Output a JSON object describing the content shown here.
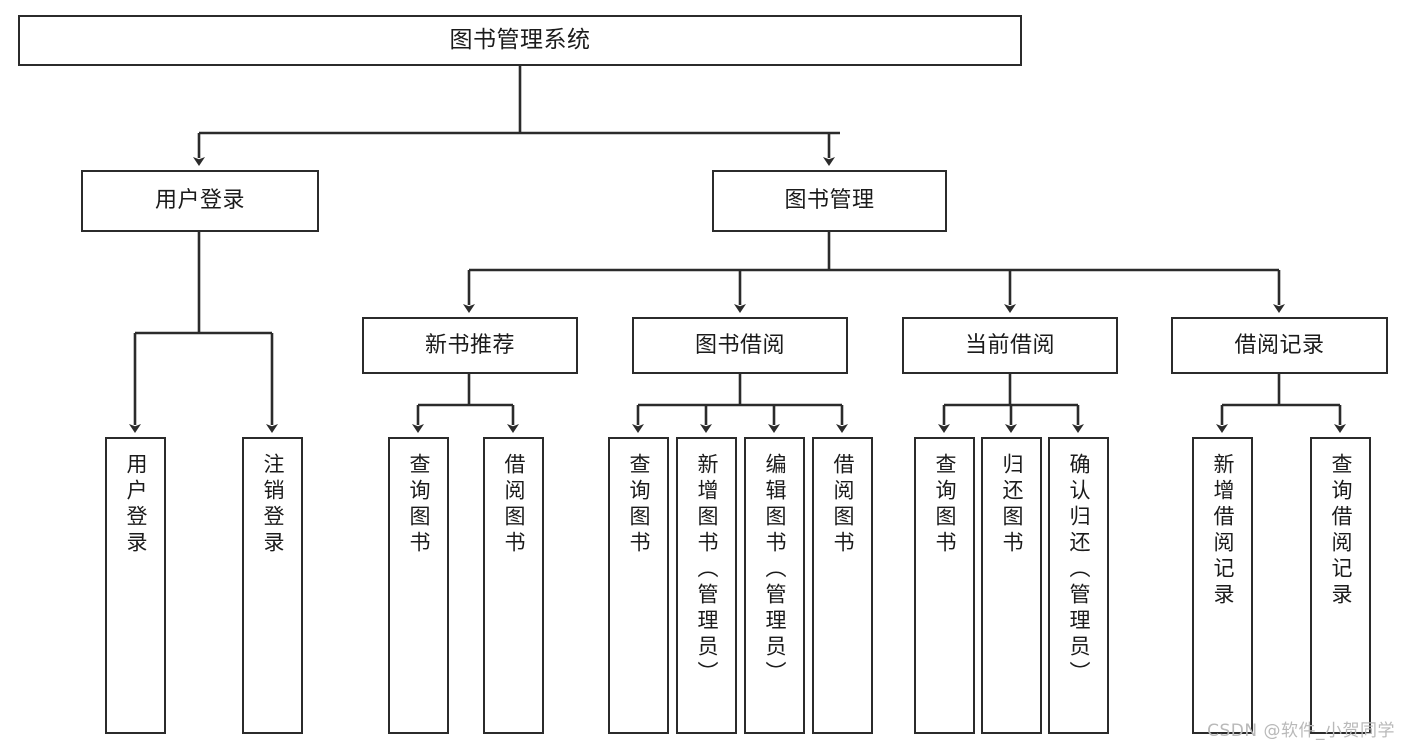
{
  "diagram": {
    "title": "图书管理系统",
    "type": "tree-hierarchy-chart",
    "watermark": "CSDN @软件_小贺同学",
    "colors": {
      "box_border": "#2b2b2b",
      "box_fill": "#ffffff",
      "edge": "#2b2b2b",
      "text": "#1b1b1b",
      "watermark": "#b9b9b9",
      "background": "#ffffff"
    },
    "nodes": {
      "root": {
        "label": "图书管理系统"
      },
      "level1": [
        {
          "label": "用户登录"
        },
        {
          "label": "图书管理"
        }
      ],
      "level2": [
        {
          "label": "新书推荐"
        },
        {
          "label": "图书借阅"
        },
        {
          "label": "当前借阅"
        },
        {
          "label": "借阅记录"
        }
      ],
      "leaves": {
        "user_login": [
          {
            "label": "用户登录"
          },
          {
            "label": "注销登录"
          }
        ],
        "new_book_recommend": [
          {
            "label": "查询图书"
          },
          {
            "label": "借阅图书"
          }
        ],
        "book_borrow": [
          {
            "label": "查询图书"
          },
          {
            "label": "新增图书（管理员）"
          },
          {
            "label": "编辑图书（管理员）"
          },
          {
            "label": "借阅图书"
          }
        ],
        "current_borrow": [
          {
            "label": "查询图书"
          },
          {
            "label": "归还图书"
          },
          {
            "label": "确认归还（管理员）"
          }
        ],
        "borrow_record": [
          {
            "label": "新增借阅记录"
          },
          {
            "label": "查询借阅记录"
          }
        ]
      }
    }
  }
}
